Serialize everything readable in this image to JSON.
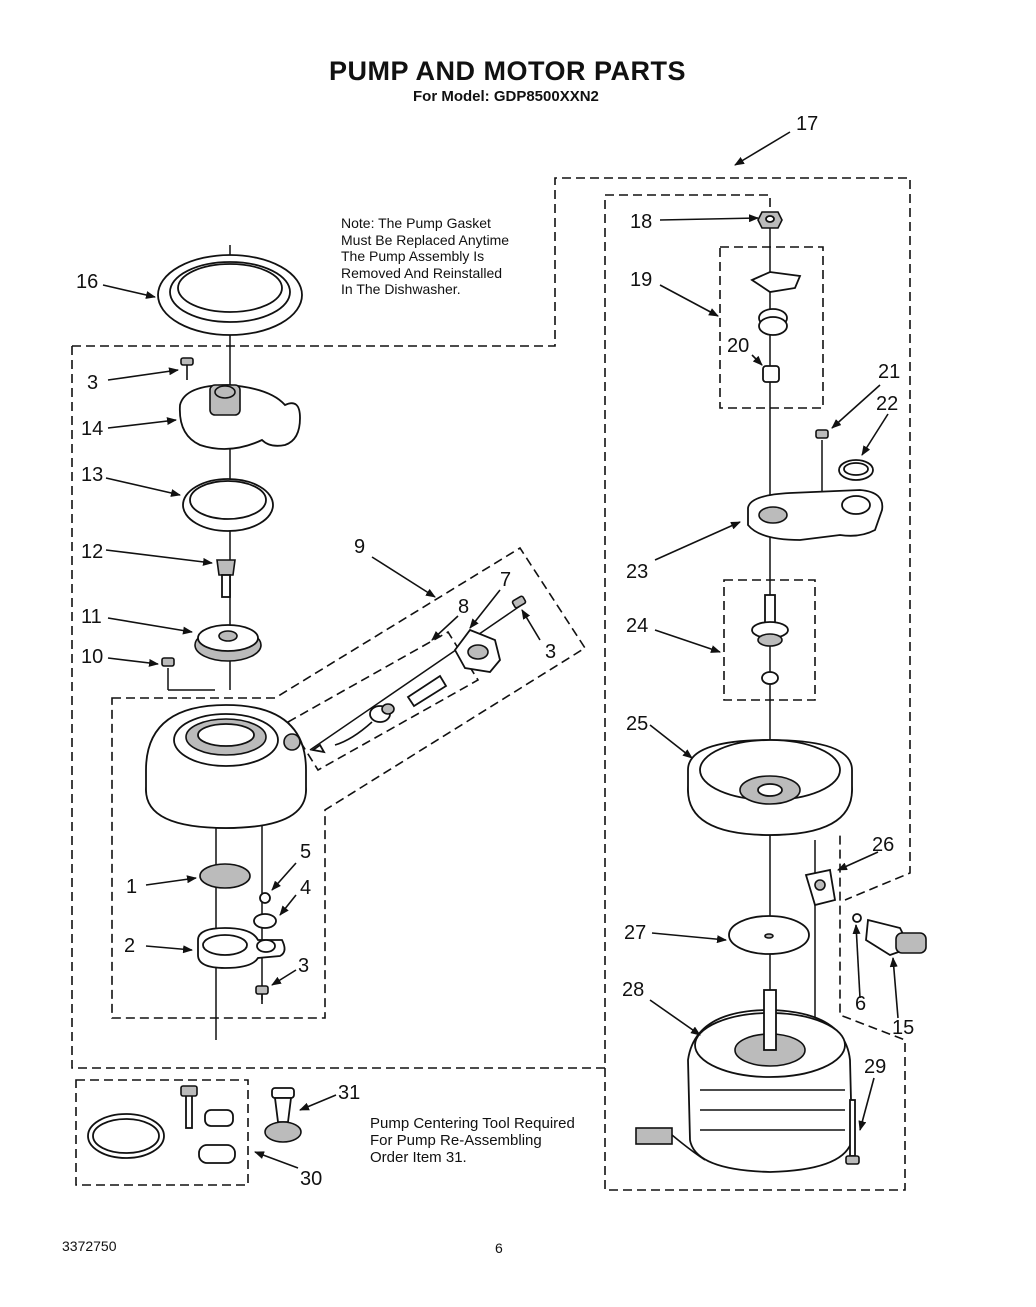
{
  "header": {
    "title": "PUMP AND MOTOR PARTS",
    "model": "For Model: GDP8500XXN2"
  },
  "note_lines": [
    "Note: The Pump Gasket",
    "Must Be Replaced Anytime",
    "The Pump Assembly Is",
    "Removed And Reinstalled",
    "In The Dishwasher."
  ],
  "tool_note_lines": [
    "Pump Centering Tool Required",
    "For Pump Re-Assembling",
    "Order Item 31."
  ],
  "callouts": {
    "c1": "1",
    "c2": "2",
    "c3a": "3",
    "c3b": "3",
    "c3c": "3",
    "c4": "4",
    "c5": "5",
    "c6": "6",
    "c7": "7",
    "c8": "8",
    "c9": "9",
    "c10": "10",
    "c11": "11",
    "c12": "12",
    "c13": "13",
    "c14": "14",
    "c15": "15",
    "c16": "16",
    "c17": "17",
    "c18": "18",
    "c19": "19",
    "c20": "20",
    "c21": "21",
    "c22": "22",
    "c23": "23",
    "c24": "24",
    "c25": "25",
    "c26": "26",
    "c27": "27",
    "c28": "28",
    "c29": "29",
    "c30": "30",
    "c31": "31"
  },
  "footer": {
    "doc_number": "3372750",
    "page_number": "6"
  }
}
